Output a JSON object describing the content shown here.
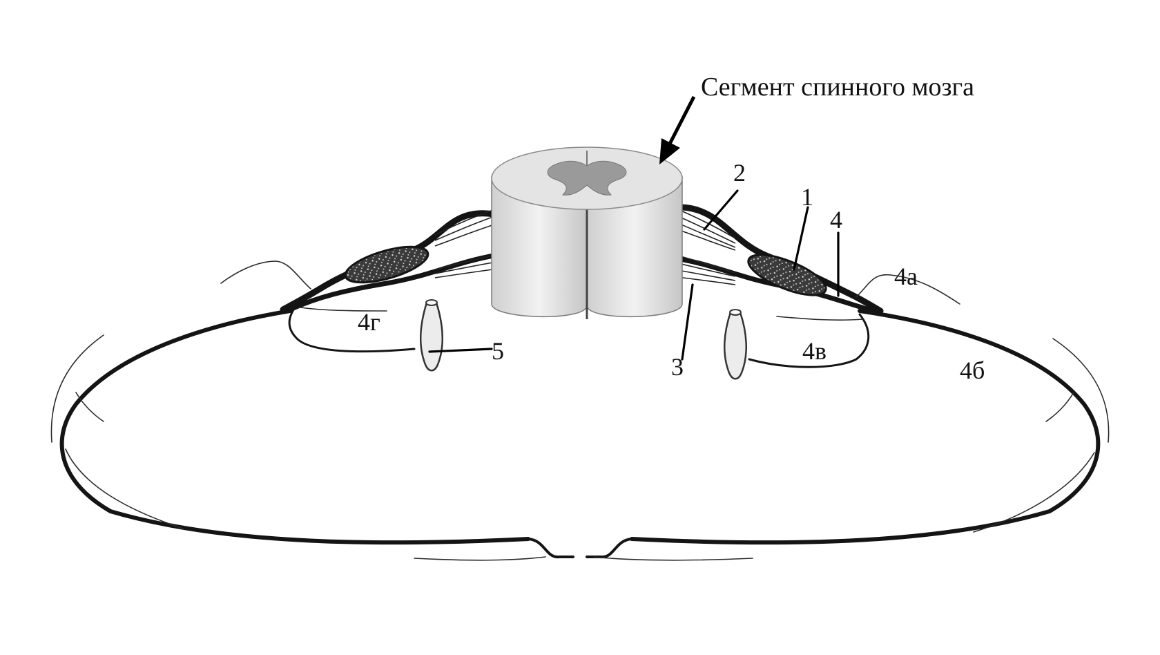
{
  "title": "Сегмент спинного мозга",
  "labels": {
    "l1": "1",
    "l2": "2",
    "l3": "3",
    "l4": "4",
    "l4a": "4а",
    "l4b": "4б",
    "l4v": "4в",
    "l4g": "4г",
    "l5": "5"
  },
  "colors": {
    "ink": "#141414",
    "white_matter": "#dcdcdc",
    "gray_matter": "#9a9a9a",
    "paper": "#ffffff"
  }
}
